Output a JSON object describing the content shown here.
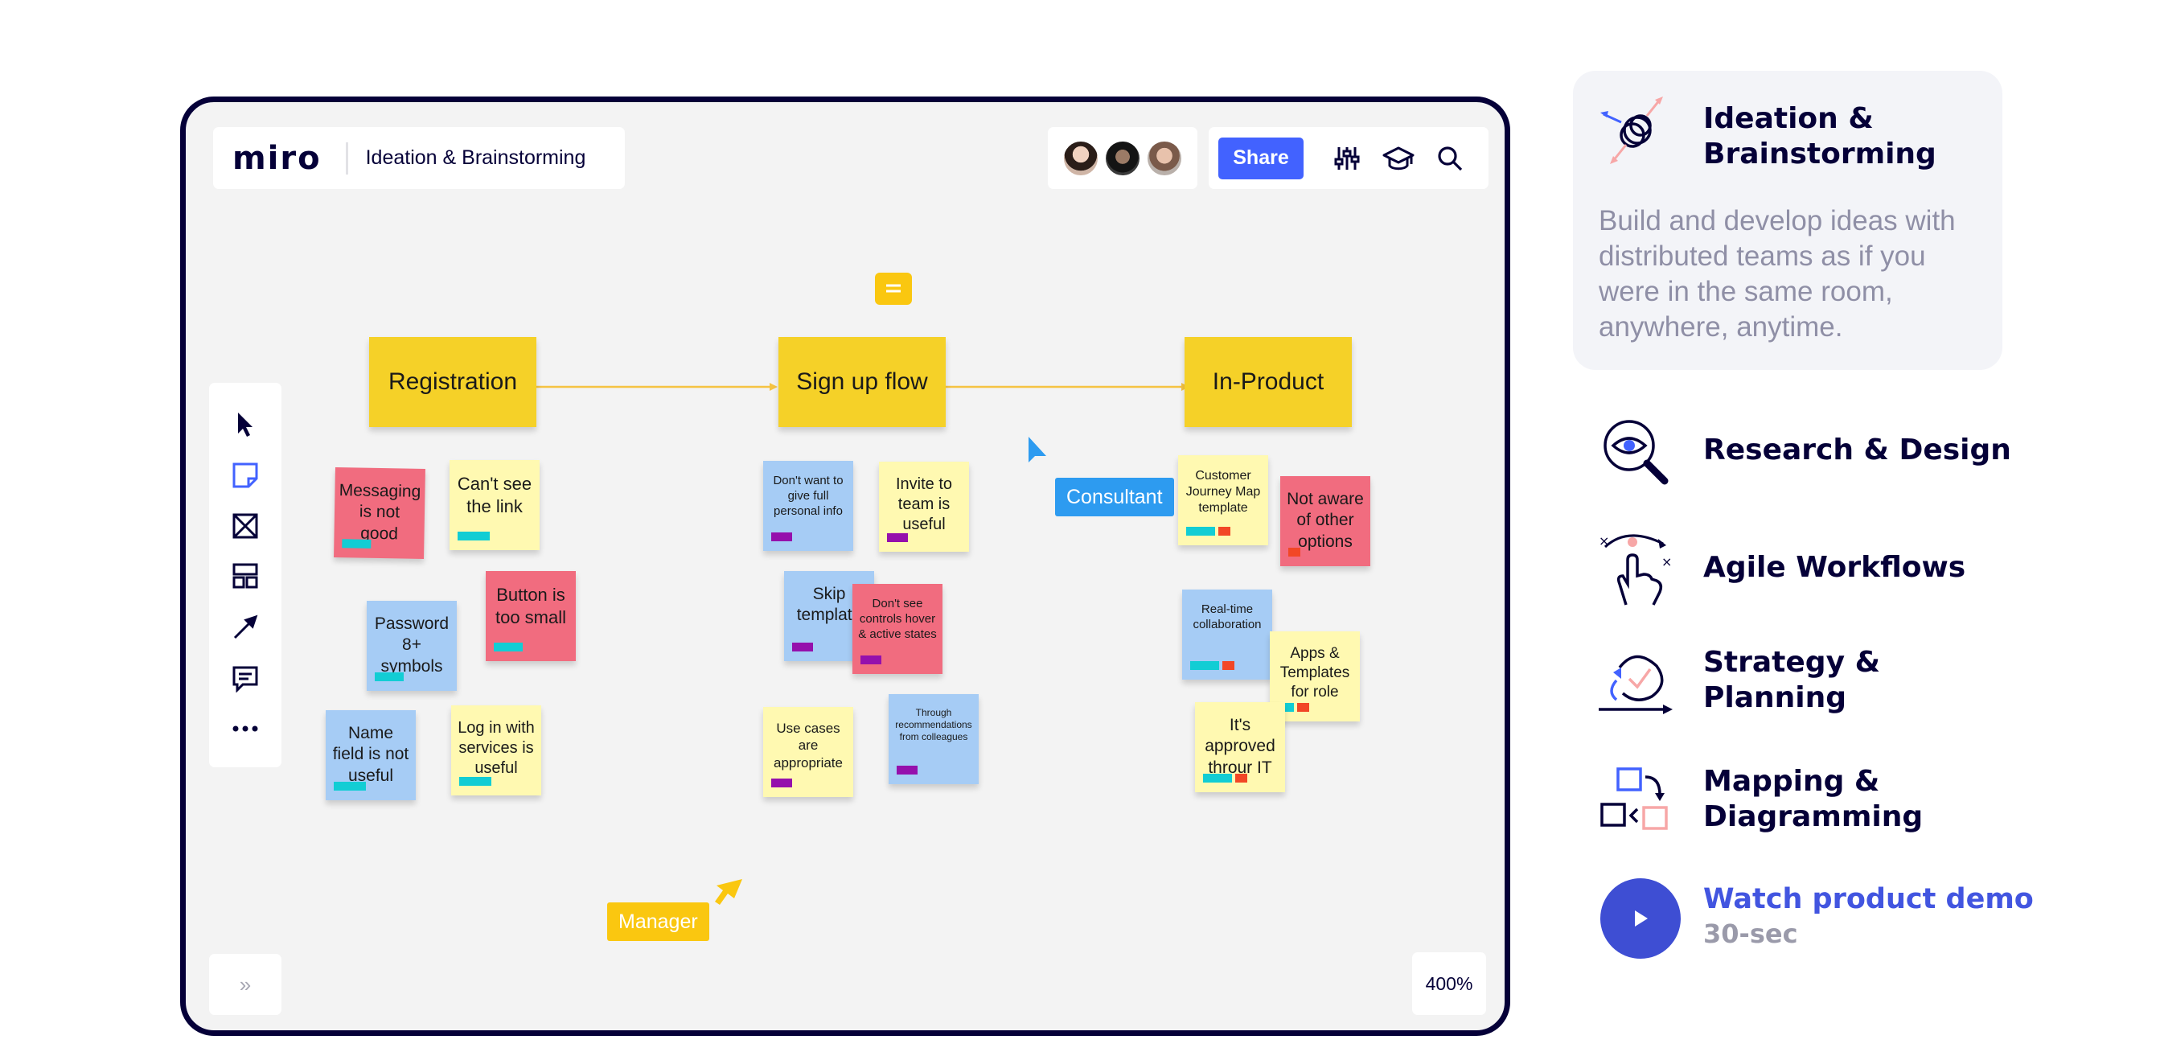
{
  "app": {
    "logo": "miro",
    "board_title": "Ideation & Brainstorming",
    "share_label": "Share",
    "zoom": "400%",
    "expand_label": "»"
  },
  "icons": {
    "select": "cursor-arrow-icon",
    "sticky": "sticky-note-icon",
    "frame": "frame-icon",
    "templates": "templates-icon",
    "arrow": "arrow-line-icon",
    "comment": "comment-icon",
    "more": "more-dots-icon",
    "settings": "sliders-icon",
    "learn": "graduation-cap-icon",
    "search": "search-icon"
  },
  "colors": {
    "accent": "#4262ff",
    "header_note": "#f5d128",
    "yellow_note": "#fff9b1",
    "pink_note": "#f16c7f",
    "blue_note": "#a6ccf5",
    "consultant_cursor": "#2d9bf0",
    "manager_cursor": "#fac710",
    "frame_border": "#050038"
  },
  "board": {
    "columns": [
      "Registration",
      "Sign up flow",
      "In-Product"
    ],
    "cursors": {
      "consultant": "Consultant",
      "manager": "Manager"
    },
    "stickies": {
      "s1": "Messaging is not good",
      "s2": "Can't see the link",
      "s3": "Password 8+ symbols",
      "s4": "Button is too small",
      "s5": "Name field is not useful",
      "s6": "Log in with services is useful",
      "s7": "Don't want to give full personal info",
      "s8": "Invite to team is useful",
      "s9": "Skip template",
      "s10": "Don't see controls hover & active states",
      "s11": "Use cases are appropriate",
      "s12": "Through recommendations from colleagues",
      "s13": "Customer Journey Map template",
      "s14": "Not aware of other options",
      "s15": "Real-time collaboration",
      "s16": "Apps & Templates for role",
      "s17": "It's approved throur IT"
    }
  },
  "features": {
    "active": {
      "title": "Ideation & Brainstorming",
      "description": "Build and develop ideas with distributed teams as if you were in the same room, anywhere, anytime."
    },
    "items": [
      "Research & Design",
      "Agile Workflows",
      "Strategy & Planning",
      "Mapping & Diagramming"
    ],
    "demo": {
      "label": "Watch product demo",
      "duration": "30-sec"
    }
  }
}
